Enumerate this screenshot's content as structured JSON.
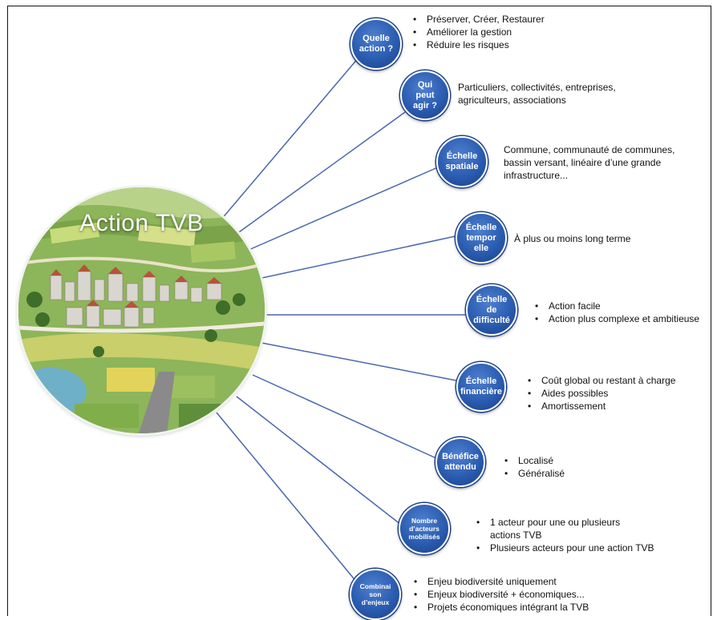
{
  "hub": {
    "title": "Action TVB"
  },
  "nodes": [
    {
      "label": "Quelle\naction ?",
      "items": [
        "Préserver, Créer, Restaurer",
        "Améliorer la gestion",
        "Réduire les risques"
      ]
    },
    {
      "label": "Qui\npeut\nagir ?",
      "text": "Particuliers, collectivités, entreprises,\nagriculteurs, associations"
    },
    {
      "label": "Échelle\nspatiale",
      "text": "Commune, communauté de communes,\nbassin versant, linéaire d’une grande\ninfrastructure..."
    },
    {
      "label": "Échelle\ntempor\nelle",
      "text": "À plus ou moins long terme"
    },
    {
      "label": "Échelle\nde\ndifficulté",
      "items": [
        "Action facile",
        "Action plus complexe et ambitieuse"
      ]
    },
    {
      "label": "Échelle\nfinancière",
      "items": [
        "Coût global ou restant à charge",
        "Aides possibles",
        "Amortissement"
      ]
    },
    {
      "label": "Bénéfice\nattendu",
      "items": [
        "Localisé",
        "Généralisé"
      ]
    },
    {
      "label": "Nombre\nd’acteurs\nmobilisés",
      "items": [
        "1 acteur pour une ou plusieurs\nactions TVB",
        "Plusieurs acteurs pour une action TVB"
      ]
    },
    {
      "label": "Combinai\nson\nd’enjeux",
      "items": [
        "Enjeu biodiversité uniquement",
        "Enjeux biodiversité + économiques...",
        "Projets économiques intégrant la TVB"
      ]
    }
  ],
  "colors": {
    "node_fill": "#2a5cb0",
    "connector": "#4a66b0",
    "hub_green": "#6f9a3f"
  },
  "icons": {
    "hub": "landscape-illustration"
  }
}
